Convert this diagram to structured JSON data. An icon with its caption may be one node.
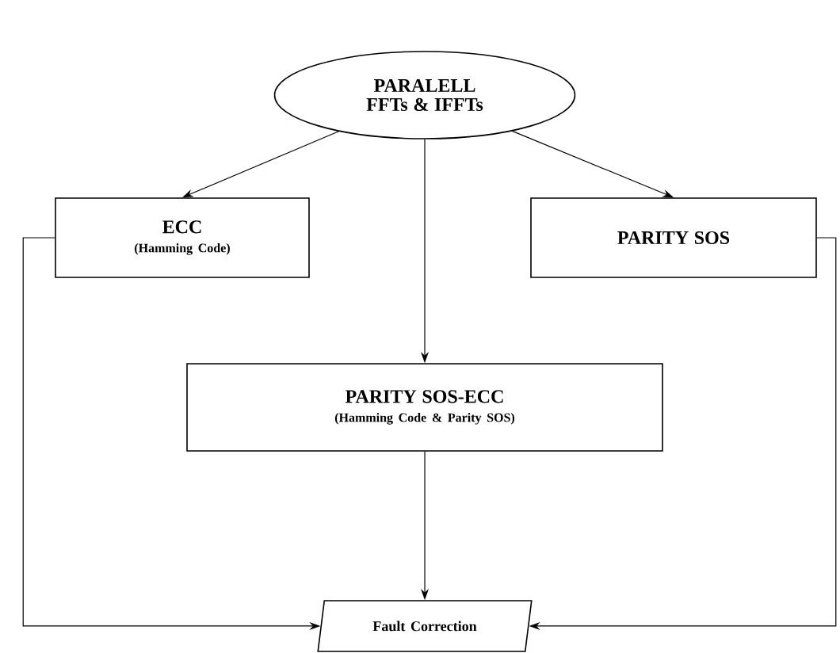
{
  "diagram": {
    "nodes": [
      {
        "text": [
          "PARALELL FFTs & IFFTs"
        ]
      },
      {
        "text": [
          "ECC",
          "(Hamming Code)"
        ]
      },
      {
        "text": [
          "PARITY SOS"
        ]
      },
      {
        "text": [
          "PARITY SOS-ECC",
          "(Hamming Code & Parity SOS)"
        ]
      },
      {
        "text": [
          "Fault Correction"
        ]
      }
    ],
    "edges": [
      {
        "from": 0,
        "to": 1,
        "arrow": "to"
      },
      {
        "from": 0,
        "to": 2,
        "arrow": "to"
      },
      {
        "from": 0,
        "to": 3,
        "arrow": "to"
      },
      {
        "from": 3,
        "to": 4,
        "arrow": "to"
      },
      {
        "from": 1,
        "to": 4,
        "arrow": "to"
      },
      {
        "from": 2,
        "to": 4,
        "arrow": "to"
      }
    ]
  }
}
